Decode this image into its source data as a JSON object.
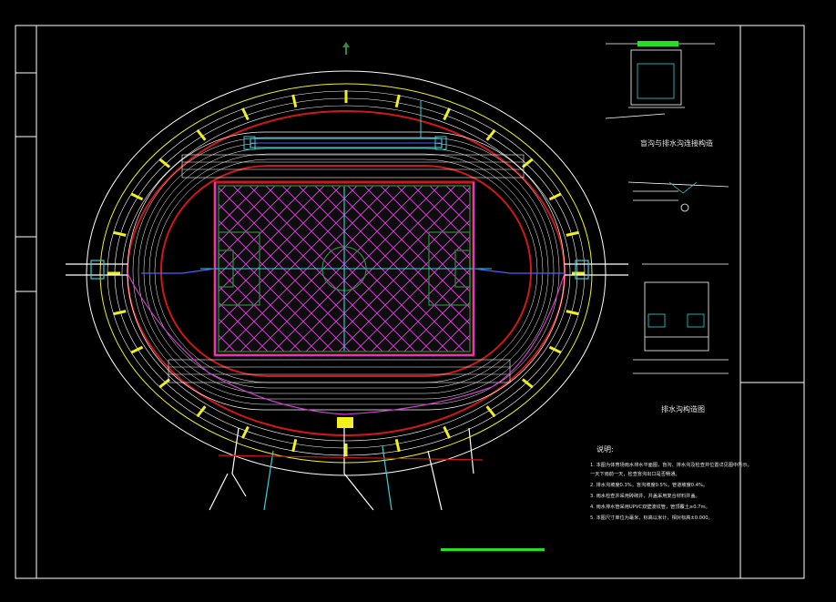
{
  "colors": {
    "background": "#000000",
    "frame": "#ffffff",
    "track_red": "#d01818",
    "field_green": "#2c8c3a",
    "drain_magenta": "#d23cd2",
    "pipe_cyan": "#35d0d8",
    "pipe_blue": "#4f5cff",
    "yellow_marker": "#f0f020",
    "accent_green_bar": "#22e022",
    "white_line": "#ffffff"
  },
  "sections": {
    "detail1_title": "盲沟与排水沟连接构造",
    "detail3_title": "排水沟构造图",
    "notes_heading": "说明:",
    "notes": [
      "1. 本图为体育场雨水排水平面图，盲沟、排水沟及检查井位置详见图中所示。",
      "    一天下雨前一天，检查盲沟出口是否畅通。",
      "2. 排水沟坡度0.3%，盲沟坡度0.5%，管道坡度0.4%。",
      "3. 雨水检查井采用砖砌井，井盖采用复合材料井盖。",
      "4. 雨水排水管采用UPVC双壁波纹管，管顶覆土≥0.7m。",
      "5. 本图尺寸单位为毫米，标高以米计，相对标高±0.000。"
    ]
  },
  "icons": {
    "north": "north-arrow-icon",
    "manhole": "manhole-icon"
  }
}
